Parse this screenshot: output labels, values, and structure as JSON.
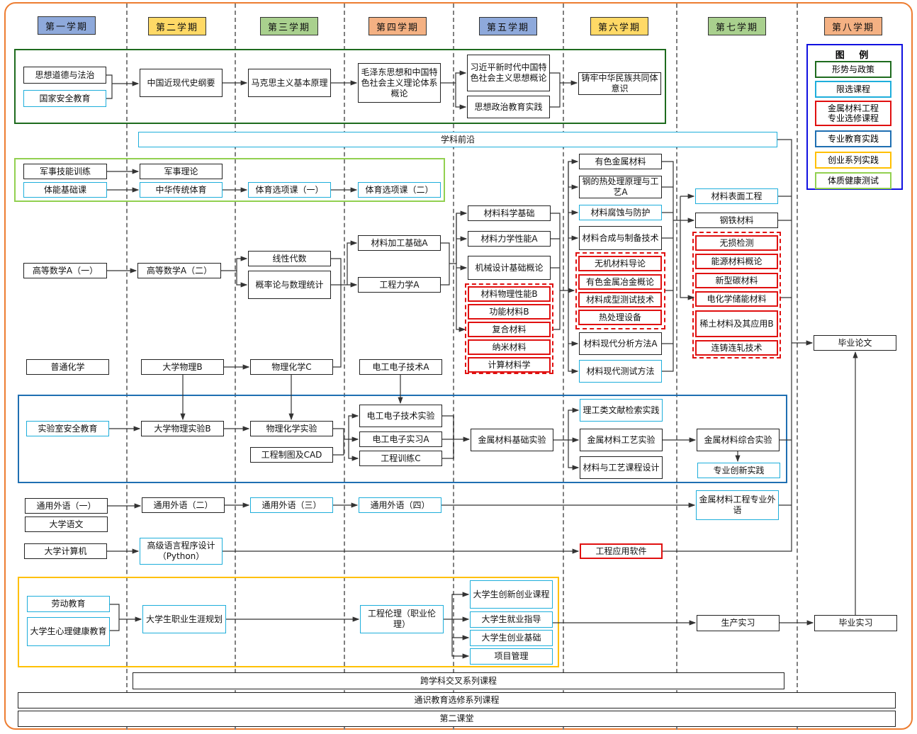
{
  "title": "金属材料工程专业课程体系结构图",
  "semesters": [
    "第一学期",
    "第二学期",
    "第三学期",
    "第四学期",
    "第五学期",
    "第六学期",
    "第七学期",
    "第八学期"
  ],
  "semester_colors": [
    "#8EA9DB",
    "#FFD966",
    "#A9D08E",
    "#F4B183",
    "#8EA9DB",
    "#FFD966",
    "#A9D08E",
    "#F4B183"
  ],
  "legend": {
    "title": "图 例",
    "items": [
      {
        "label": "形势与政策",
        "color": "#1E6B1E"
      },
      {
        "label": "限选课程",
        "color": "#1EAEDB"
      },
      {
        "label": "金属材料工程专业选修课程",
        "color": "#E01010"
      },
      {
        "label": "专业教育实践",
        "color": "#1F6FB2"
      },
      {
        "label": "创业系列实践",
        "color": "#FFC000"
      },
      {
        "label": "体质健康测试",
        "color": "#92D050"
      }
    ]
  },
  "politics": {
    "s1a": "思想道德与法治",
    "s1b": "国家安全教育",
    "s2": "中国近现代史纲要",
    "s3": "马克思主义基本原理",
    "s4": "毛泽东思想和中国特色社会主义理论体系概论",
    "s5a": "习近平新时代中国特色社会主义思想概论",
    "s5b": "思想政治教育实践",
    "s6": "铸牢中华民族共同体意识"
  },
  "frontier": "学科前沿",
  "pe": {
    "military_training": "军事技能训练",
    "military_theory": "军事理论",
    "fitness": "体能基础课",
    "traditional_pe": "中华传统体育",
    "pe_elective1": "体育选项课（一）",
    "pe_elective2": "体育选项课（二）"
  },
  "math": {
    "math_a1": "高等数学A（一）",
    "math_a2": "高等数学A（二）",
    "linear_algebra": "线性代数",
    "probability": "概率论与数理统计"
  },
  "s4core": {
    "processing": "材料加工基础A",
    "mechanics": "工程力学A",
    "electro": "电工电子技术A"
  },
  "s5core": {
    "materials_science": "材料科学基础",
    "mechanical_props": "材料力学性能A",
    "machine_design": "机械设计基础概论",
    "electives": [
      "材料物理性能B",
      "功能材料B",
      "复合材料",
      "纳米材料",
      "计算材料学"
    ]
  },
  "s6core": {
    "nonferrous": "有色金属材料",
    "heat_treatment": "钢的热处理原理与工艺A",
    "corrosion": "材料腐蚀与防护",
    "synthesis": "材料合成与制备技术",
    "electives": [
      "无机材料导论",
      "有色金属冶金概论",
      "材料成型测试技术",
      "热处理设备"
    ],
    "analysis": "材料现代分析方法A",
    "testing": "材料现代测试方法"
  },
  "s7core": {
    "surface": "材料表面工程",
    "steel": "钢铁材料",
    "electives": [
      "无损检测",
      "能源材料概论",
      "新型碳材料",
      "电化学储能材料",
      "稀土材料及其应用B",
      "连铸连轧技术"
    ]
  },
  "thesis": "毕业论文",
  "science": {
    "chemistry": "普通化学",
    "physics": "大学物理B",
    "phys_chem": "物理化学C"
  },
  "practice": {
    "lab_safety": "实验室安全教育",
    "physics_lab": "大学物理实验B",
    "phys_chem_lab": "物理化学实验",
    "drawing": "工程制图及CAD",
    "electro_lab": "电工电子技术实验",
    "electro_intern": "电工电子实习A",
    "eng_training": "工程训练C",
    "metal_basic_lab": "金属材料基础实验",
    "literature": "理工类文献检索实践",
    "metal_process_lab": "金属材料工艺实验",
    "course_design": "材料与工艺课程设计",
    "metal_comp_lab": "金属材料综合实验",
    "innovation": "专业创新实践"
  },
  "language": {
    "en1": "通用外语（一）",
    "en2": "通用外语（二）",
    "en3": "通用外语（三）",
    "en4": "通用外语（四）",
    "chinese": "大学语文",
    "prof_english": "金属材料工程专业外语"
  },
  "computing": {
    "computer": "大学计算机",
    "python": "高级语言程序设计（Python）",
    "software": "工程应用软件"
  },
  "career": {
    "labor": "劳动教育",
    "mental": "大学生心理健康教育",
    "career_plan": "大学生职业生涯规划",
    "ethics": "工程伦理（职业伦理）",
    "innovation_course": "大学生创新创业课程",
    "employment": "大学生就业指导",
    "startup": "大学生创业基础",
    "project_mgmt": "项目管理",
    "production": "生产实习",
    "graduation_intern": "毕业实习"
  },
  "bars": {
    "interdisciplinary": "跨学科交叉系列课程",
    "general": "通识教育选修系列课程",
    "second_classroom": "第二课堂"
  }
}
